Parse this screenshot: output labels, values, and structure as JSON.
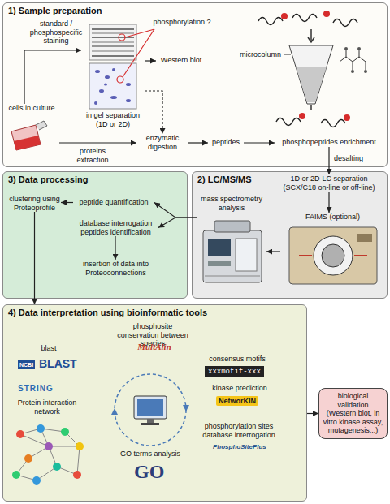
{
  "diagram": {
    "nodes": [
      {
        "text": [
          "1) Sample preparation"
        ]
      },
      {
        "text": [
          "cells in culture"
        ],
        "in": 0
      },
      {
        "text": [
          "in gel separation (1D or 2D)"
        ],
        "in": 0
      },
      {
        "text": [
          "Western blot"
        ],
        "in": 0
      },
      {
        "text": [
          "enzymatic digestion"
        ],
        "in": 0
      },
      {
        "text": [
          "peptides"
        ],
        "in": 0
      },
      {
        "text": [
          "phosphopeptides enrichment"
        ],
        "in": 0
      },
      {
        "text": [
          "2) LC/MS/MS"
        ]
      },
      {
        "text": [
          "1D or 2D-LC separation (SCX/C18 on-line or off-line)"
        ],
        "in": 7
      },
      {
        "text": [
          "FAIMS (optional)"
        ],
        "in": 7
      },
      {
        "text": [
          "mass spectrometry analysis"
        ],
        "in": 7
      },
      {
        "text": [
          "3) Data processing"
        ]
      },
      {
        "text": [
          "peptide quantification"
        ],
        "in": 11
      },
      {
        "text": [
          "database interrogation peptides identification"
        ],
        "in": 11
      },
      {
        "text": [
          "clustering using Proteoprofile"
        ],
        "in": 11
      },
      {
        "text": [
          "insertion of data into Proteoconnections"
        ],
        "in": 11
      },
      {
        "text": [
          "4) Data interpretation using bioinformatic tools"
        ]
      },
      {
        "text": [
          "biological validation (Western blot, in vitro kinase assay, mutagenesis...)"
        ]
      }
    ],
    "edges": [
      {
        "from": 1,
        "to": 2,
        "arrow": "to"
      },
      {
        "from": 1,
        "to": 4,
        "arrow": "to"
      },
      {
        "from": 2,
        "to": 3,
        "arrow": "to"
      },
      {
        "from": 2,
        "to": 4,
        "arrow": "to"
      },
      {
        "from": 4,
        "to": 5,
        "arrow": "to"
      },
      {
        "from": 5,
        "to": 6,
        "arrow": "to"
      },
      {
        "from": 6,
        "to": 8,
        "arrow": "to"
      },
      {
        "from": 8,
        "to": 9,
        "arrow": "to"
      },
      {
        "from": 9,
        "to": 10,
        "arrow": "to"
      },
      {
        "from": 10,
        "to": 12,
        "arrow": "to"
      },
      {
        "from": 10,
        "to": 13,
        "arrow": "to"
      },
      {
        "from": 12,
        "to": 14,
        "arrow": "to"
      },
      {
        "from": 13,
        "to": 15,
        "arrow": "to"
      },
      {
        "from": 14,
        "to": 16,
        "arrow": "to"
      },
      {
        "from": 16,
        "to": 17,
        "arrow": "to"
      }
    ],
    "labels": [
      "standard / phosphospecific staining",
      "phosphorylation ?",
      "microcolumn",
      "proteins extraction",
      "desalting",
      "phosphosite conservation between species",
      "MultAlin",
      "blast",
      "NCBI",
      "BLAST",
      "consensus motifs",
      "xxxmotif-xxx",
      "kinase prediction",
      "NetworKIN",
      "STRING",
      "Protein interaction network",
      "phosphorylation sites database interrogation",
      "PhosphoSitePlus",
      "GO terms analysis",
      "GO"
    ]
  }
}
